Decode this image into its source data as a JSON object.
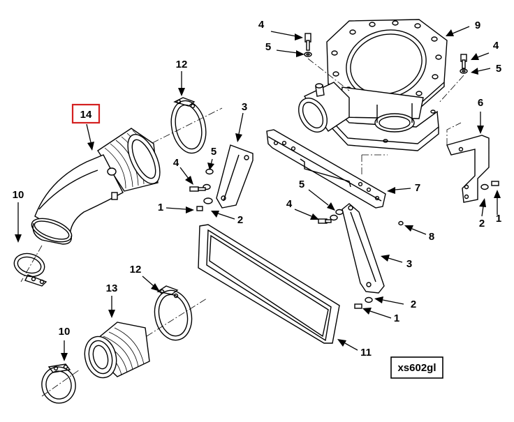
{
  "diagram": {
    "highlighted_callout": "14",
    "highlight_color": "#d42020",
    "drawing_code": "xs602gl",
    "callouts": {
      "c4a": "4",
      "c9": "9",
      "c5a": "5",
      "c4b": "4",
      "c5b": "5",
      "c12a": "12",
      "c3a": "3",
      "c6": "6",
      "c5c": "5",
      "c4c": "4",
      "c7": "7",
      "c1a": "1",
      "c2a": "2",
      "c2b": "2",
      "c1b": "1",
      "c10a": "10",
      "c5d": "5",
      "c4d": "4",
      "c8": "8",
      "c3b": "3",
      "c12b": "12",
      "c13": "13",
      "c2c": "2",
      "c1c": "1",
      "c10b": "10",
      "c11": "11"
    }
  }
}
